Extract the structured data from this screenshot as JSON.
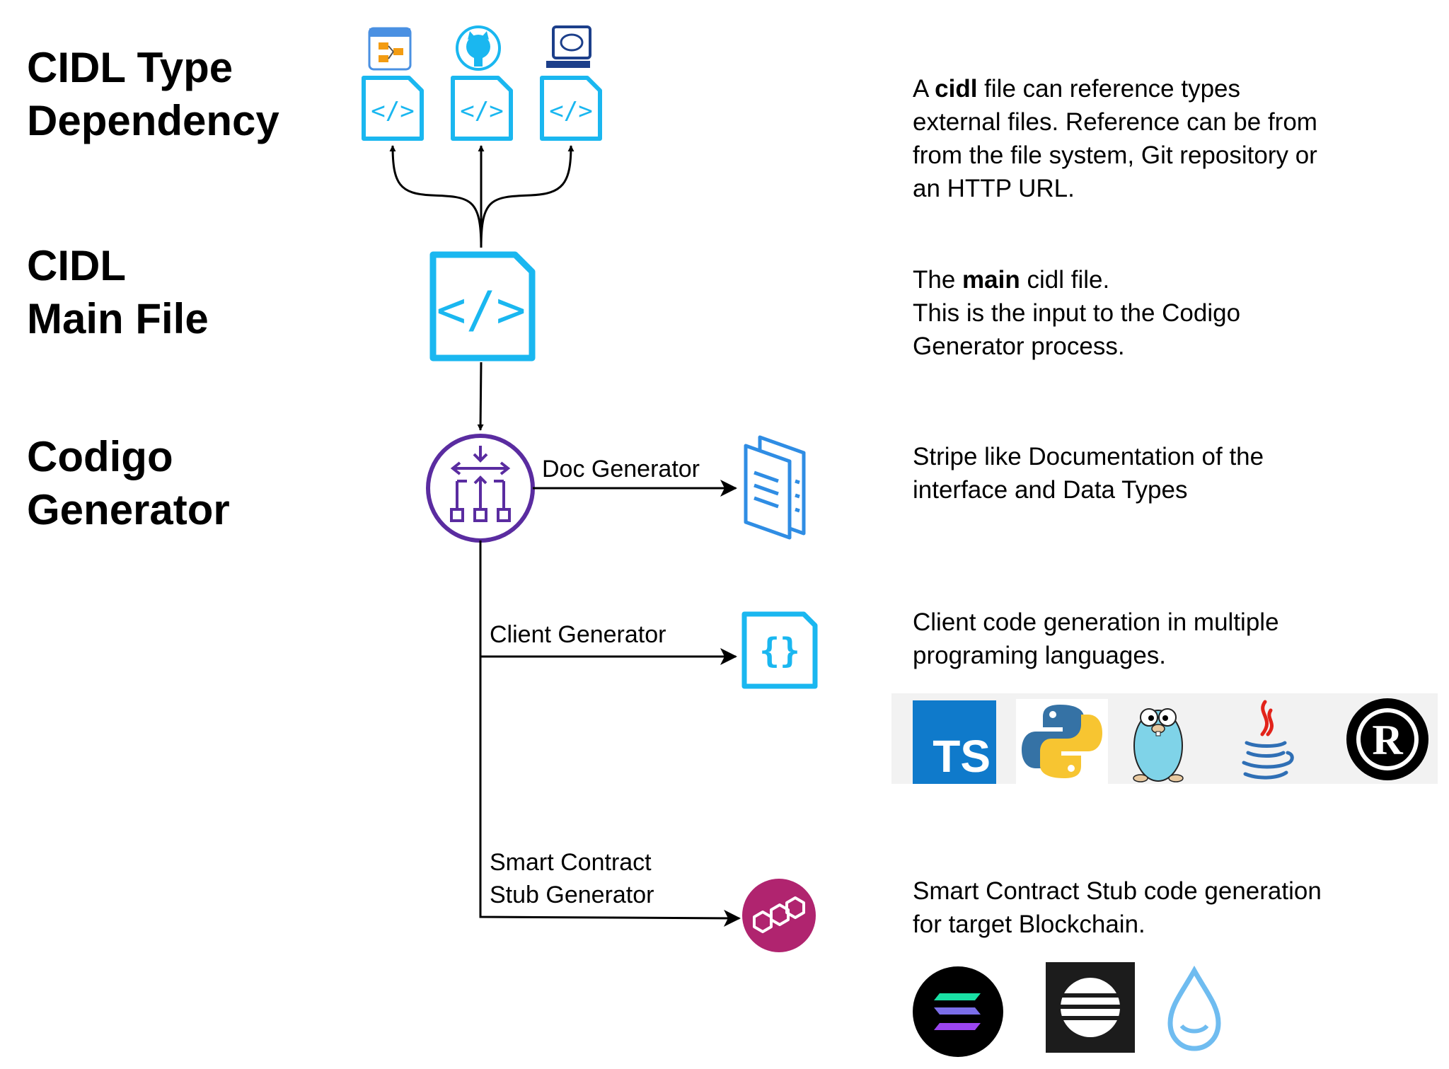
{
  "headings": {
    "dependency": [
      "CIDL Type",
      "Dependency"
    ],
    "main_file": [
      "CIDL",
      "Main File"
    ],
    "generator": [
      "Codigo",
      "Generator"
    ]
  },
  "descriptions": {
    "dependency": {
      "line1_pre": "A ",
      "line1_bold": "cidl",
      "line1_post": " file can reference types",
      "line2": "external files. Reference can be from",
      "line3": "from the file system, Git repository or",
      "line4": "an HTTP URL."
    },
    "main_file": {
      "line1_pre": "The ",
      "line1_bold": "main",
      "line1_post": " cidl file.",
      "line2": "This is the input to the Codigo",
      "line3": "Generator process."
    },
    "docs": {
      "line1": "Stripe like Documentation of the",
      "line2": "interface and Data Types"
    },
    "client": {
      "line1": "Client code generation in multiple",
      "line2": "programing languages."
    },
    "smart_contract": {
      "line1": "Smart Contract Stub code generation",
      "line2": "for target Blockchain."
    }
  },
  "edge_labels": {
    "doc": "Doc Generator",
    "client": "Client Generator",
    "smart_contract_line1": "Smart Contract",
    "smart_contract_line2": "Stub Generator"
  },
  "language_logos": {
    "typescript": "TS",
    "python": "python-logo",
    "go": "go-gopher-logo",
    "java": "java-logo",
    "rust": "R"
  },
  "chain_logos": [
    "solana-logo",
    "aptos-logo",
    "sui-logo"
  ],
  "colors": {
    "file_icon": "#1ab7f0",
    "generator_purple": "#5a2ca0",
    "blockchain_magenta": "#b0246f",
    "doc_blue": "#2f8de4",
    "typescript_blue": "#0f7acb"
  }
}
